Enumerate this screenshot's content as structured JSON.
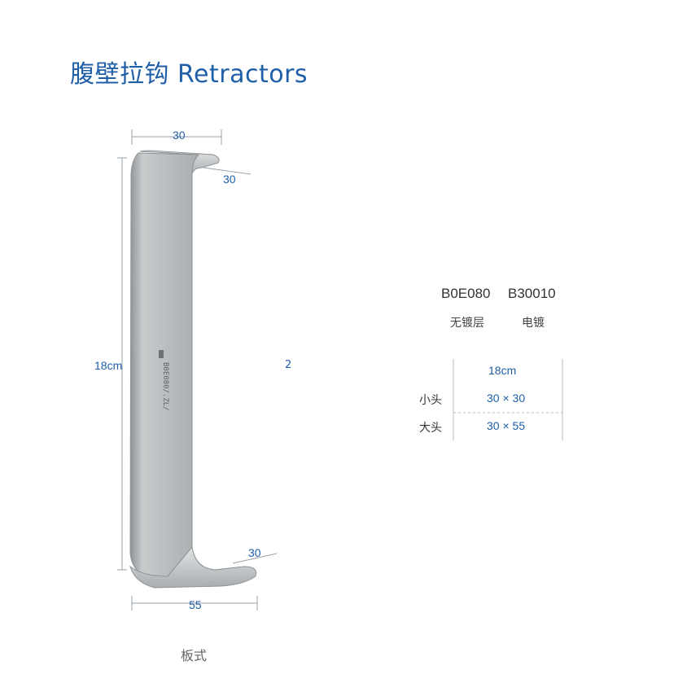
{
  "title": "腹壁拉钩 Retractors",
  "dimensions": {
    "top_width": "30",
    "top_lip": "30",
    "length": "18cm",
    "bottom_lip": "30",
    "bottom_width": "55"
  },
  "caption": "板式",
  "stray_mark": "2",
  "product": {
    "codes": [
      "B0E080",
      "B30010"
    ],
    "finishes": [
      "无镀层",
      "电镀"
    ]
  },
  "spec_table": {
    "header": "18cm",
    "rows": [
      {
        "label": "小头",
        "value": "30 × 30"
      },
      {
        "label": "大头",
        "value": "30 × 55"
      }
    ]
  },
  "engraving": "B0E080/.ZL/"
}
